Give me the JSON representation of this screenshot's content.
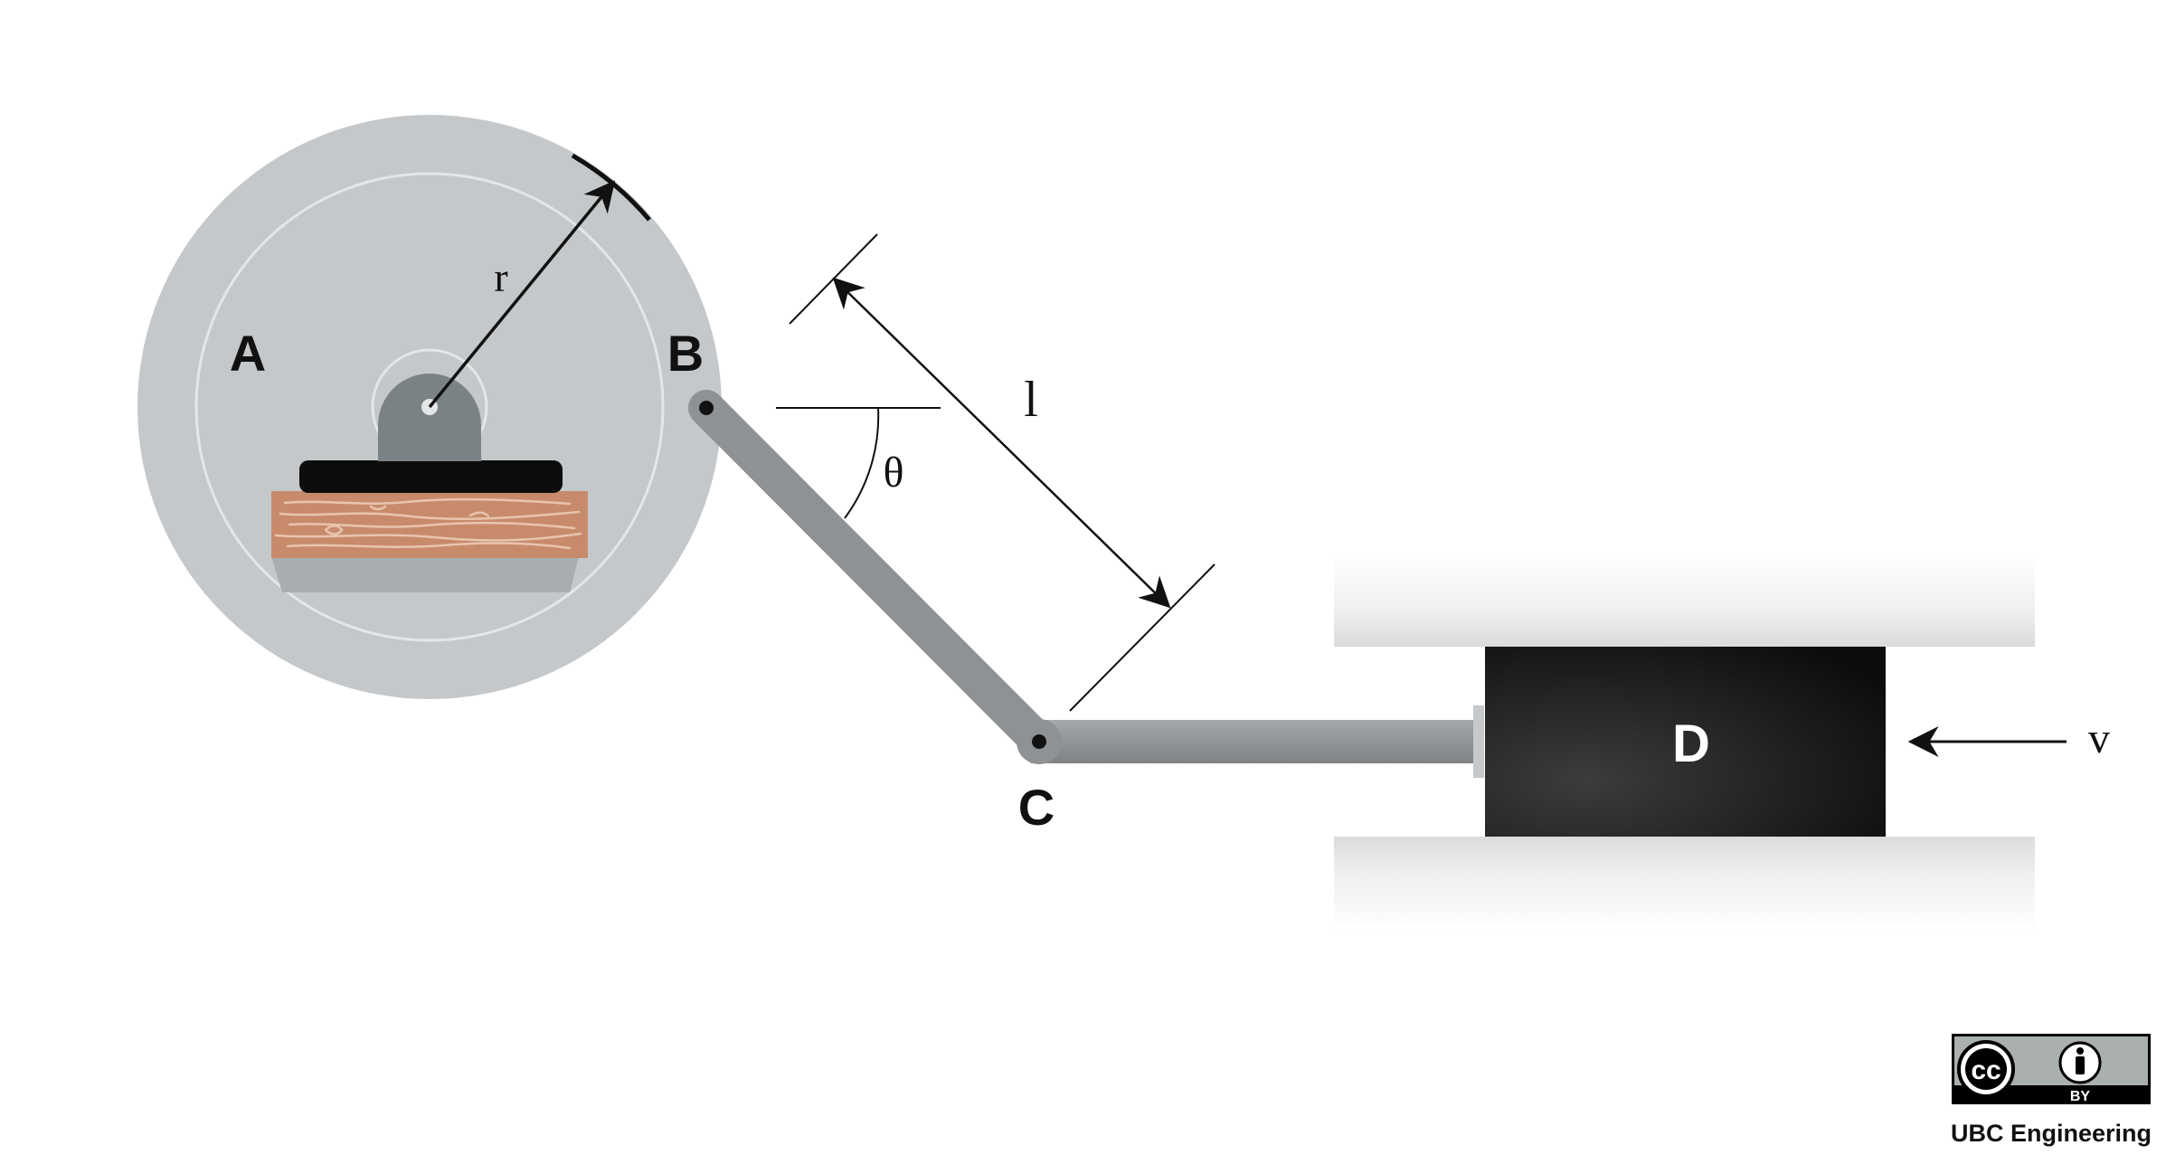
{
  "labels": {
    "point_a": "A",
    "point_b": "B",
    "point_c": "C",
    "block_d": "D",
    "radius": "r",
    "length": "l",
    "angle": "θ",
    "velocity": "v"
  },
  "license": {
    "cc": "cc",
    "by": "BY",
    "credit": "UBC Engineering"
  },
  "colors": {
    "disk": "#c5c8ca",
    "disk_ring": "#e6e8e9",
    "rod": "#8e9294",
    "block": "#1a1a1a",
    "wood": "#c78b6c",
    "rail": "#eeeeee",
    "ink": "#111111"
  }
}
